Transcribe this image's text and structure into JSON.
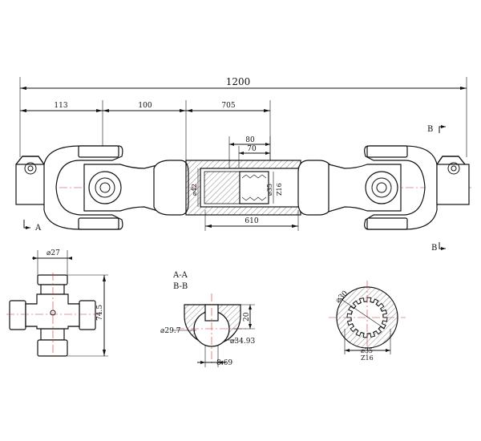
{
  "overall_length": "1200",
  "dims": {
    "d113": "113",
    "d100": "100",
    "d705": "705",
    "d80": "80",
    "d70": "70",
    "d610": "610",
    "phi42": "⌀42",
    "phi35": "⌀35",
    "z16": "Z16"
  },
  "section_markers": {
    "a": "A",
    "b_top": "B",
    "b_bottom": "B"
  },
  "cross": {
    "phi27": "⌀27",
    "len745": "74.5"
  },
  "section_aa": {
    "title_a": "A-A",
    "title_b": "B-B",
    "d20": "20",
    "phi29": "⌀29.7",
    "phi34": "⌀34.93",
    "d869": "8.69"
  },
  "spline": {
    "phi30": "⌀30",
    "phi35": "⌀35",
    "z16": "Z16"
  }
}
